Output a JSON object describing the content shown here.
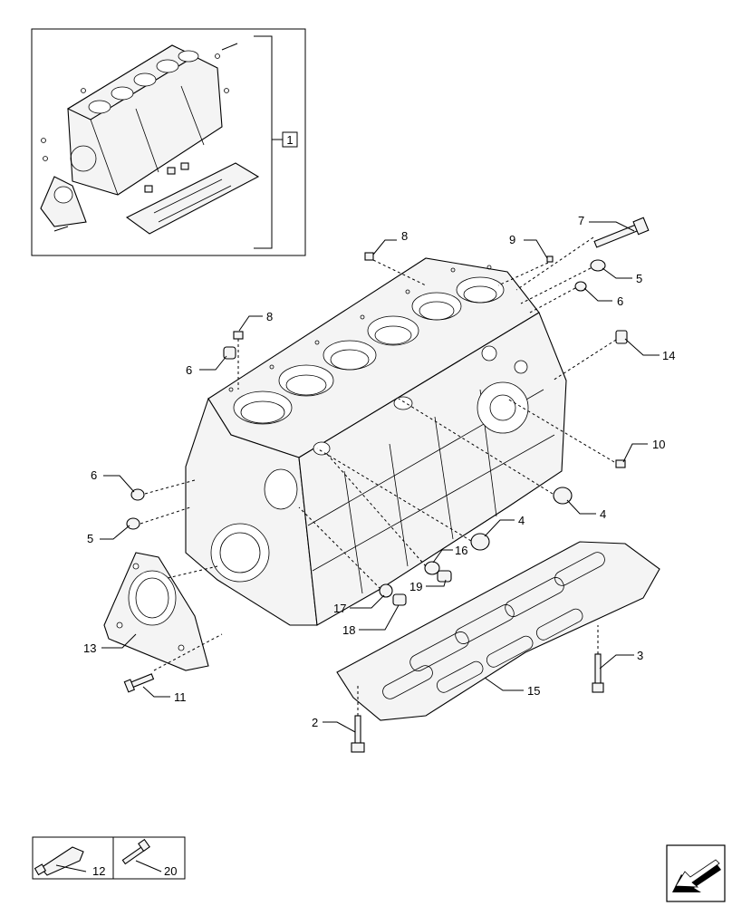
{
  "inset": {
    "callout": "1"
  },
  "callouts": {
    "c2": "2",
    "c3": "3",
    "c4a": "4",
    "c4b": "4",
    "c5a": "5",
    "c5b": "5",
    "c6a": "6",
    "c6b": "6",
    "c6c": "6",
    "c7": "7",
    "c8a": "8",
    "c8b": "8",
    "c9": "9",
    "c10": "10",
    "c11": "11",
    "c13": "13",
    "c14": "14",
    "c15": "15",
    "c16": "16",
    "c17": "17",
    "c18": "18",
    "c19": "19"
  },
  "kit": {
    "sealant_ref": "12",
    "bolt_ref": "20"
  },
  "icons": {
    "nav": "arrow-back-icon",
    "tube": "sealant-tube-icon",
    "bolt": "bolt-icon"
  }
}
